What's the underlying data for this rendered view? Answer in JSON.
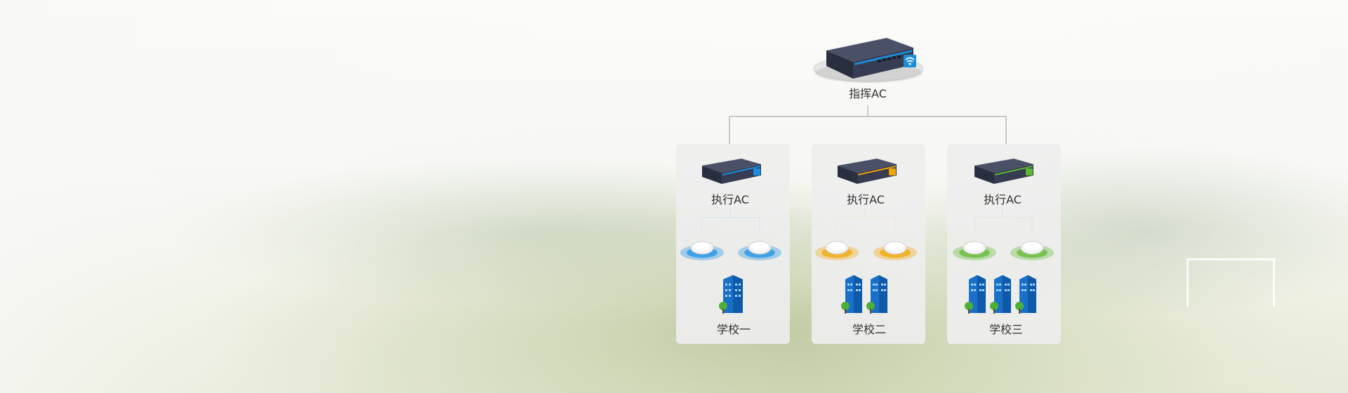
{
  "root": {
    "label": "指挥AC",
    "accent": "#1b8ed6"
  },
  "schools": [
    {
      "ac_label": "执行AC",
      "name": "学校一",
      "color": "#1a8fe3",
      "buildings": 1
    },
    {
      "ac_label": "执行AC",
      "name": "学校二",
      "color": "#f0a500",
      "buildings": 2
    },
    {
      "ac_label": "执行AC",
      "name": "学校三",
      "color": "#5cb82e",
      "buildings": 3
    }
  ]
}
